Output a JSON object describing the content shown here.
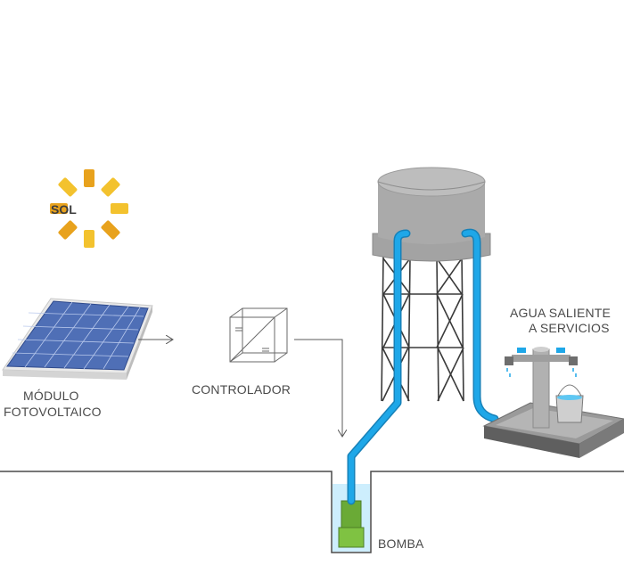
{
  "labels": {
    "sun": "SOL",
    "module_line1": "MÓDULO",
    "module_line2": "FOTOVOLTAICO",
    "controller": "CONTROLADOR",
    "outflow_line1": "AGUA SALIENTE",
    "outflow_line2": "A SERVICIOS",
    "pump": "BOMBA"
  },
  "colors": {
    "sun_orange": "#e8a21d",
    "sun_yellow": "#f3c22e",
    "panel_blue": "#4f6fb6",
    "panel_dark": "#2f4a8c",
    "pipe_blue": "#1ea7e8",
    "tank_gray": "#9b9b9b",
    "well_water": "#cdeefd",
    "pump_green": "#7fc242",
    "line_gray": "#5a5a5a"
  }
}
